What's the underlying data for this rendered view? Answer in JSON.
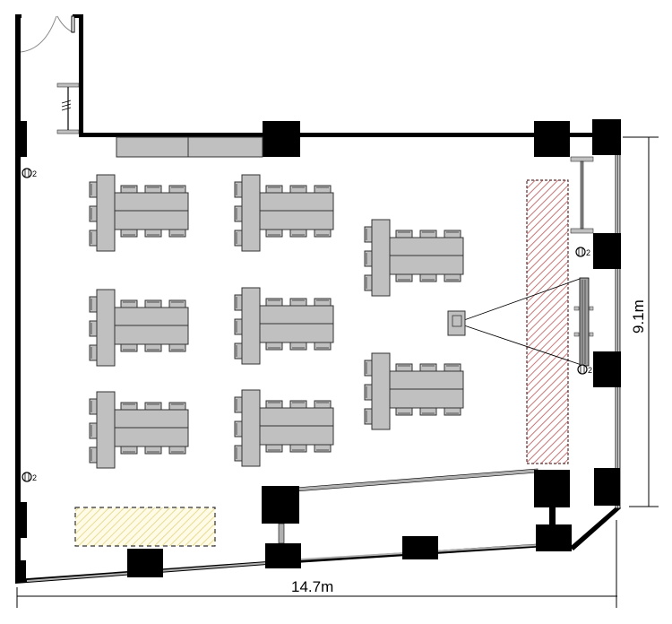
{
  "title": "Floor plan layout",
  "dimensions": {
    "width_label": "14.7m",
    "height_label": "9.1m"
  },
  "colors": {
    "wall": "#000000",
    "furniture_fill": "#c0c0c0",
    "furniture_stroke": "#333333",
    "stage_area_hatch": "#c87878",
    "reception_area_hatch": "#e8e0a0",
    "window_fill": "#b0b0b0"
  },
  "outlet_label": "2",
  "areas": [
    {
      "name": "stage-area",
      "kind": "hatched-red"
    },
    {
      "name": "reception-area",
      "kind": "hatched-yellow"
    }
  ],
  "table_groups": [
    {
      "name": "table-group-1",
      "columns": 3
    },
    {
      "name": "table-group-2",
      "columns": 3
    },
    {
      "name": "table-group-3",
      "columns": 3
    },
    {
      "name": "table-group-4",
      "columns": 3
    },
    {
      "name": "table-group-5",
      "columns": 3
    },
    {
      "name": "table-group-6",
      "columns": 3
    },
    {
      "name": "table-group-7",
      "columns": 3
    },
    {
      "name": "table-group-8",
      "columns": 3
    }
  ],
  "equipment": [
    {
      "name": "projector"
    },
    {
      "name": "projection-screen"
    }
  ]
}
